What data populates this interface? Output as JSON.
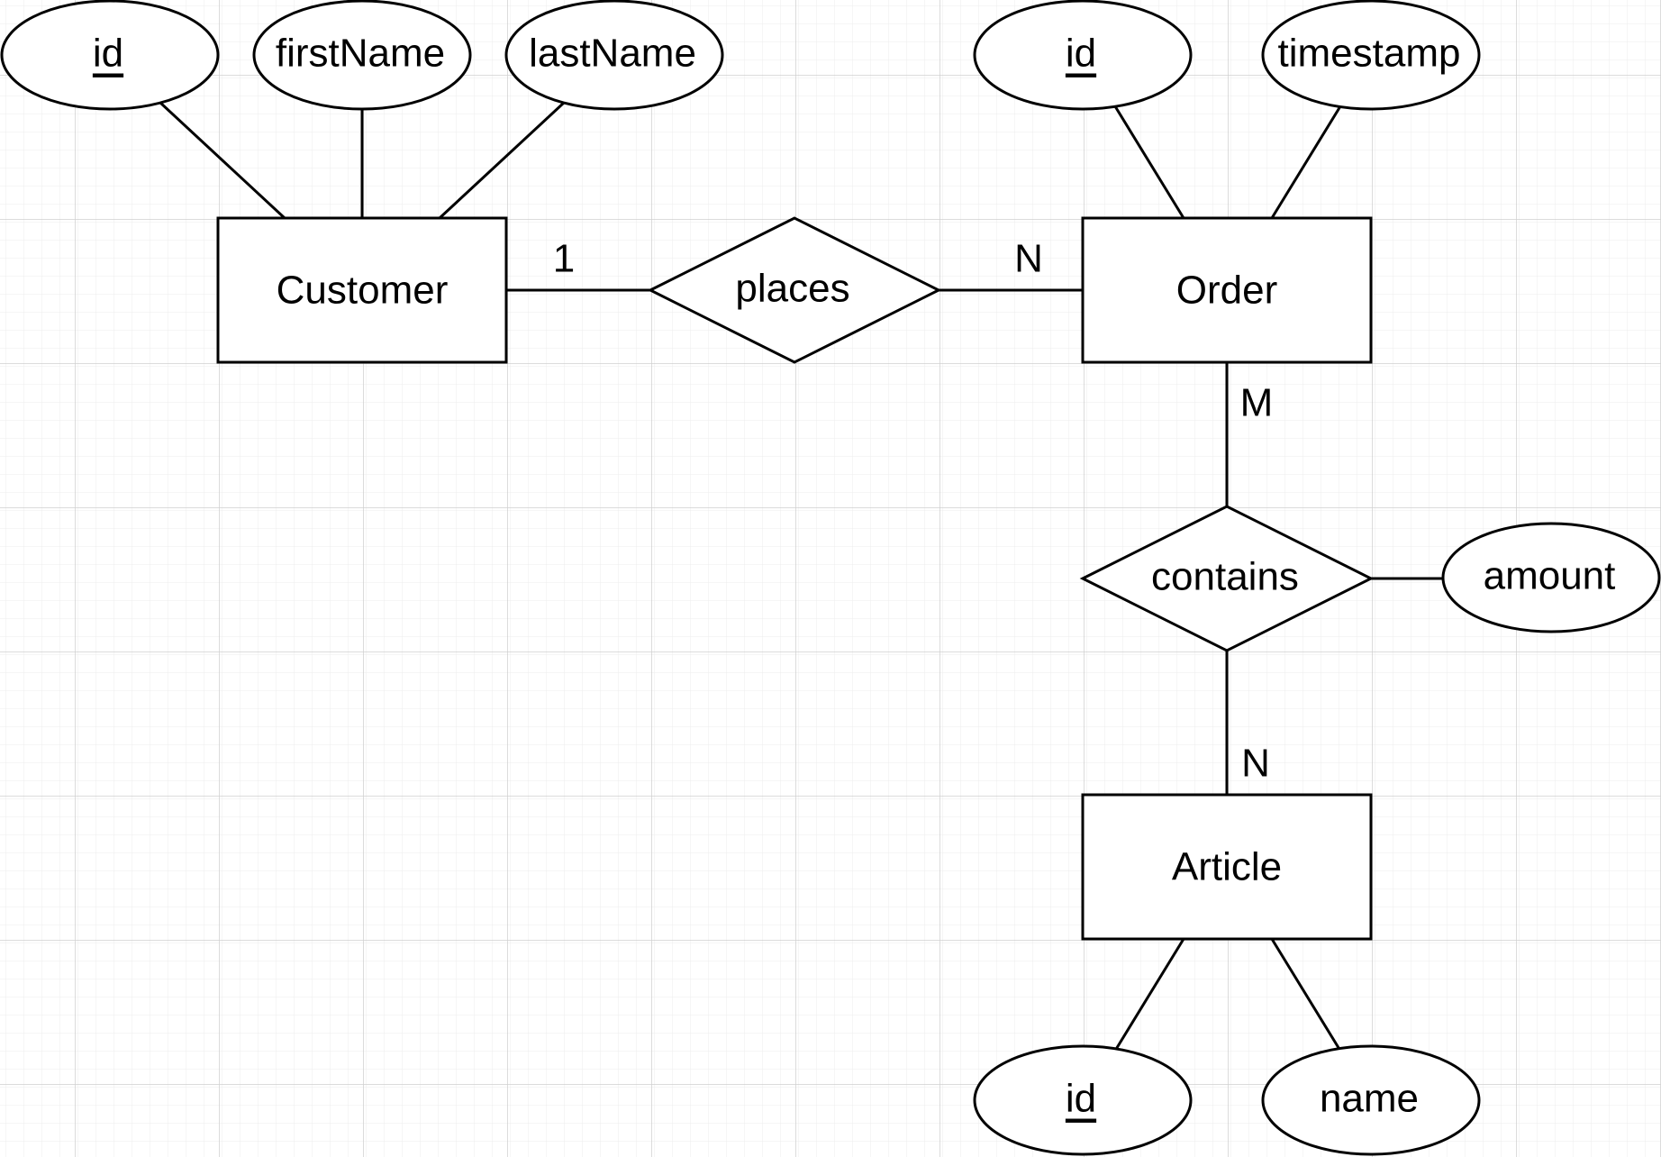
{
  "diagram": {
    "type": "er-diagram",
    "entities": [
      {
        "id": "customer",
        "label": "Customer"
      },
      {
        "id": "order",
        "label": "Order"
      },
      {
        "id": "article",
        "label": "Article"
      }
    ],
    "relationships": [
      {
        "id": "places",
        "label": "places"
      },
      {
        "id": "contains",
        "label": "contains"
      }
    ],
    "attributes": [
      {
        "id": "customer_id",
        "label": "id",
        "owner": "customer",
        "key": true
      },
      {
        "id": "customer_firstName",
        "label": "firstName",
        "owner": "customer",
        "key": false
      },
      {
        "id": "customer_lastName",
        "label": "lastName",
        "owner": "customer",
        "key": false
      },
      {
        "id": "order_id",
        "label": "id",
        "owner": "order",
        "key": true
      },
      {
        "id": "order_timestamp",
        "label": "timestamp",
        "owner": "order",
        "key": false
      },
      {
        "id": "contains_amount",
        "label": "amount",
        "owner": "contains",
        "key": false
      },
      {
        "id": "article_id",
        "label": "id",
        "owner": "article",
        "key": true
      },
      {
        "id": "article_name",
        "label": "name",
        "owner": "article",
        "key": false
      }
    ],
    "cardinalities": [
      {
        "id": "customer_places",
        "label": "1",
        "between": [
          "customer",
          "places"
        ]
      },
      {
        "id": "places_order",
        "label": "N",
        "between": [
          "places",
          "order"
        ]
      },
      {
        "id": "order_contains",
        "label": "M",
        "between": [
          "order",
          "contains"
        ]
      },
      {
        "id": "contains_article",
        "label": "N",
        "between": [
          "contains",
          "article"
        ]
      }
    ]
  },
  "colors": {
    "stroke": "#000000",
    "fill": "#ffffff",
    "grid_major": "#d0d0d0",
    "grid_minor": "#ececec"
  }
}
